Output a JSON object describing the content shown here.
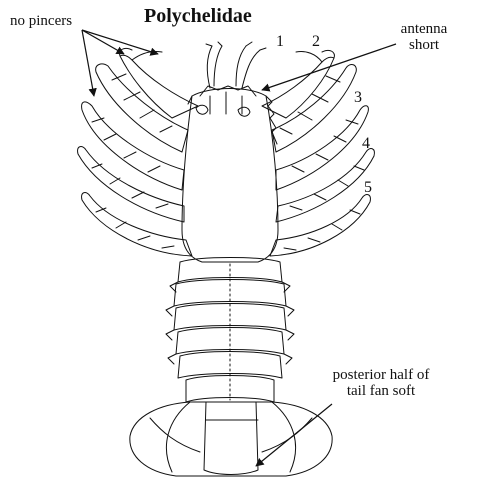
{
  "title": "Polychelidae",
  "labels": {
    "no_pincers": "no pincers",
    "antenna_line1": "antenna",
    "antenna_line2": "short",
    "tail_line1": "posterior half of",
    "tail_line2": "tail fan soft"
  },
  "leg_numbers": [
    "1",
    "2",
    "3",
    "4",
    "5"
  ],
  "colors": {
    "ink": "#111111",
    "background": "#ffffff"
  }
}
